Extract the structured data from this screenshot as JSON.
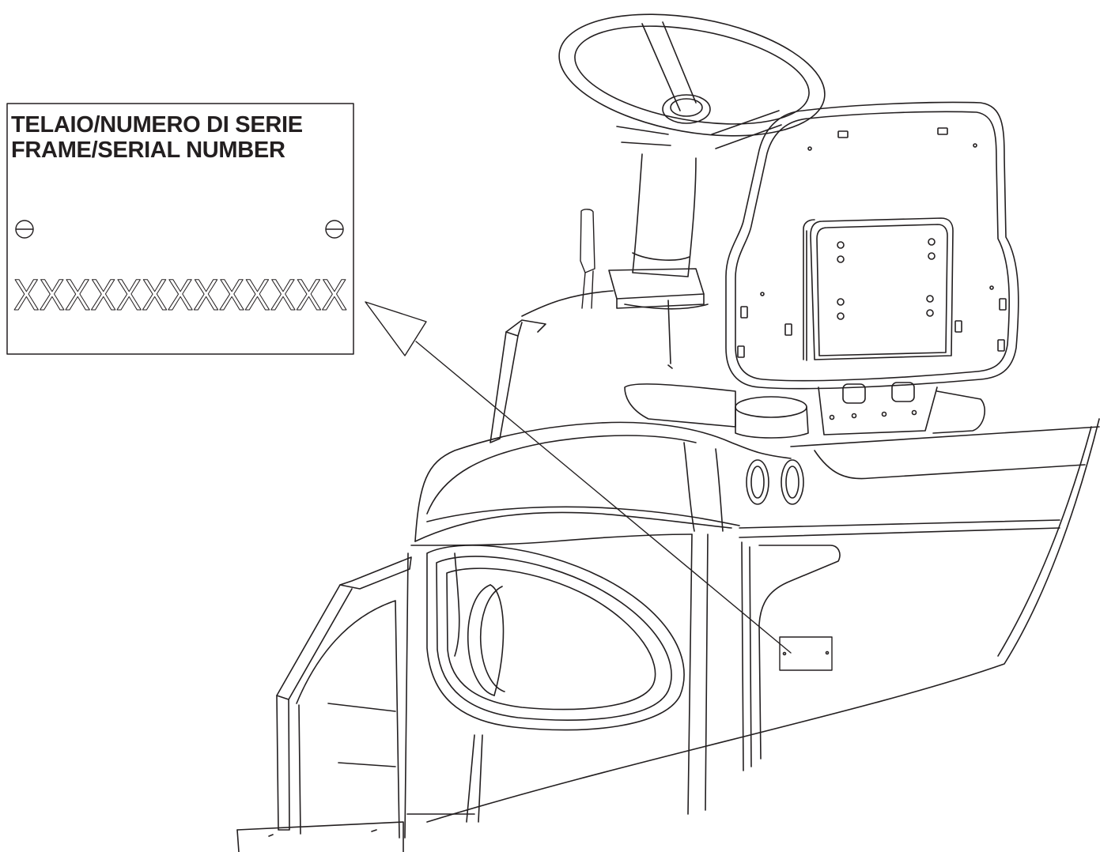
{
  "plate": {
    "title_line1": "TELAIO/NUMERO DI SERIE",
    "title_line2": "FRAME/SERIAL NUMBER",
    "serial_placeholder": "XXXXXXXXXXXXX"
  },
  "colors": {
    "line": "#231f20",
    "background": "#ffffff"
  }
}
